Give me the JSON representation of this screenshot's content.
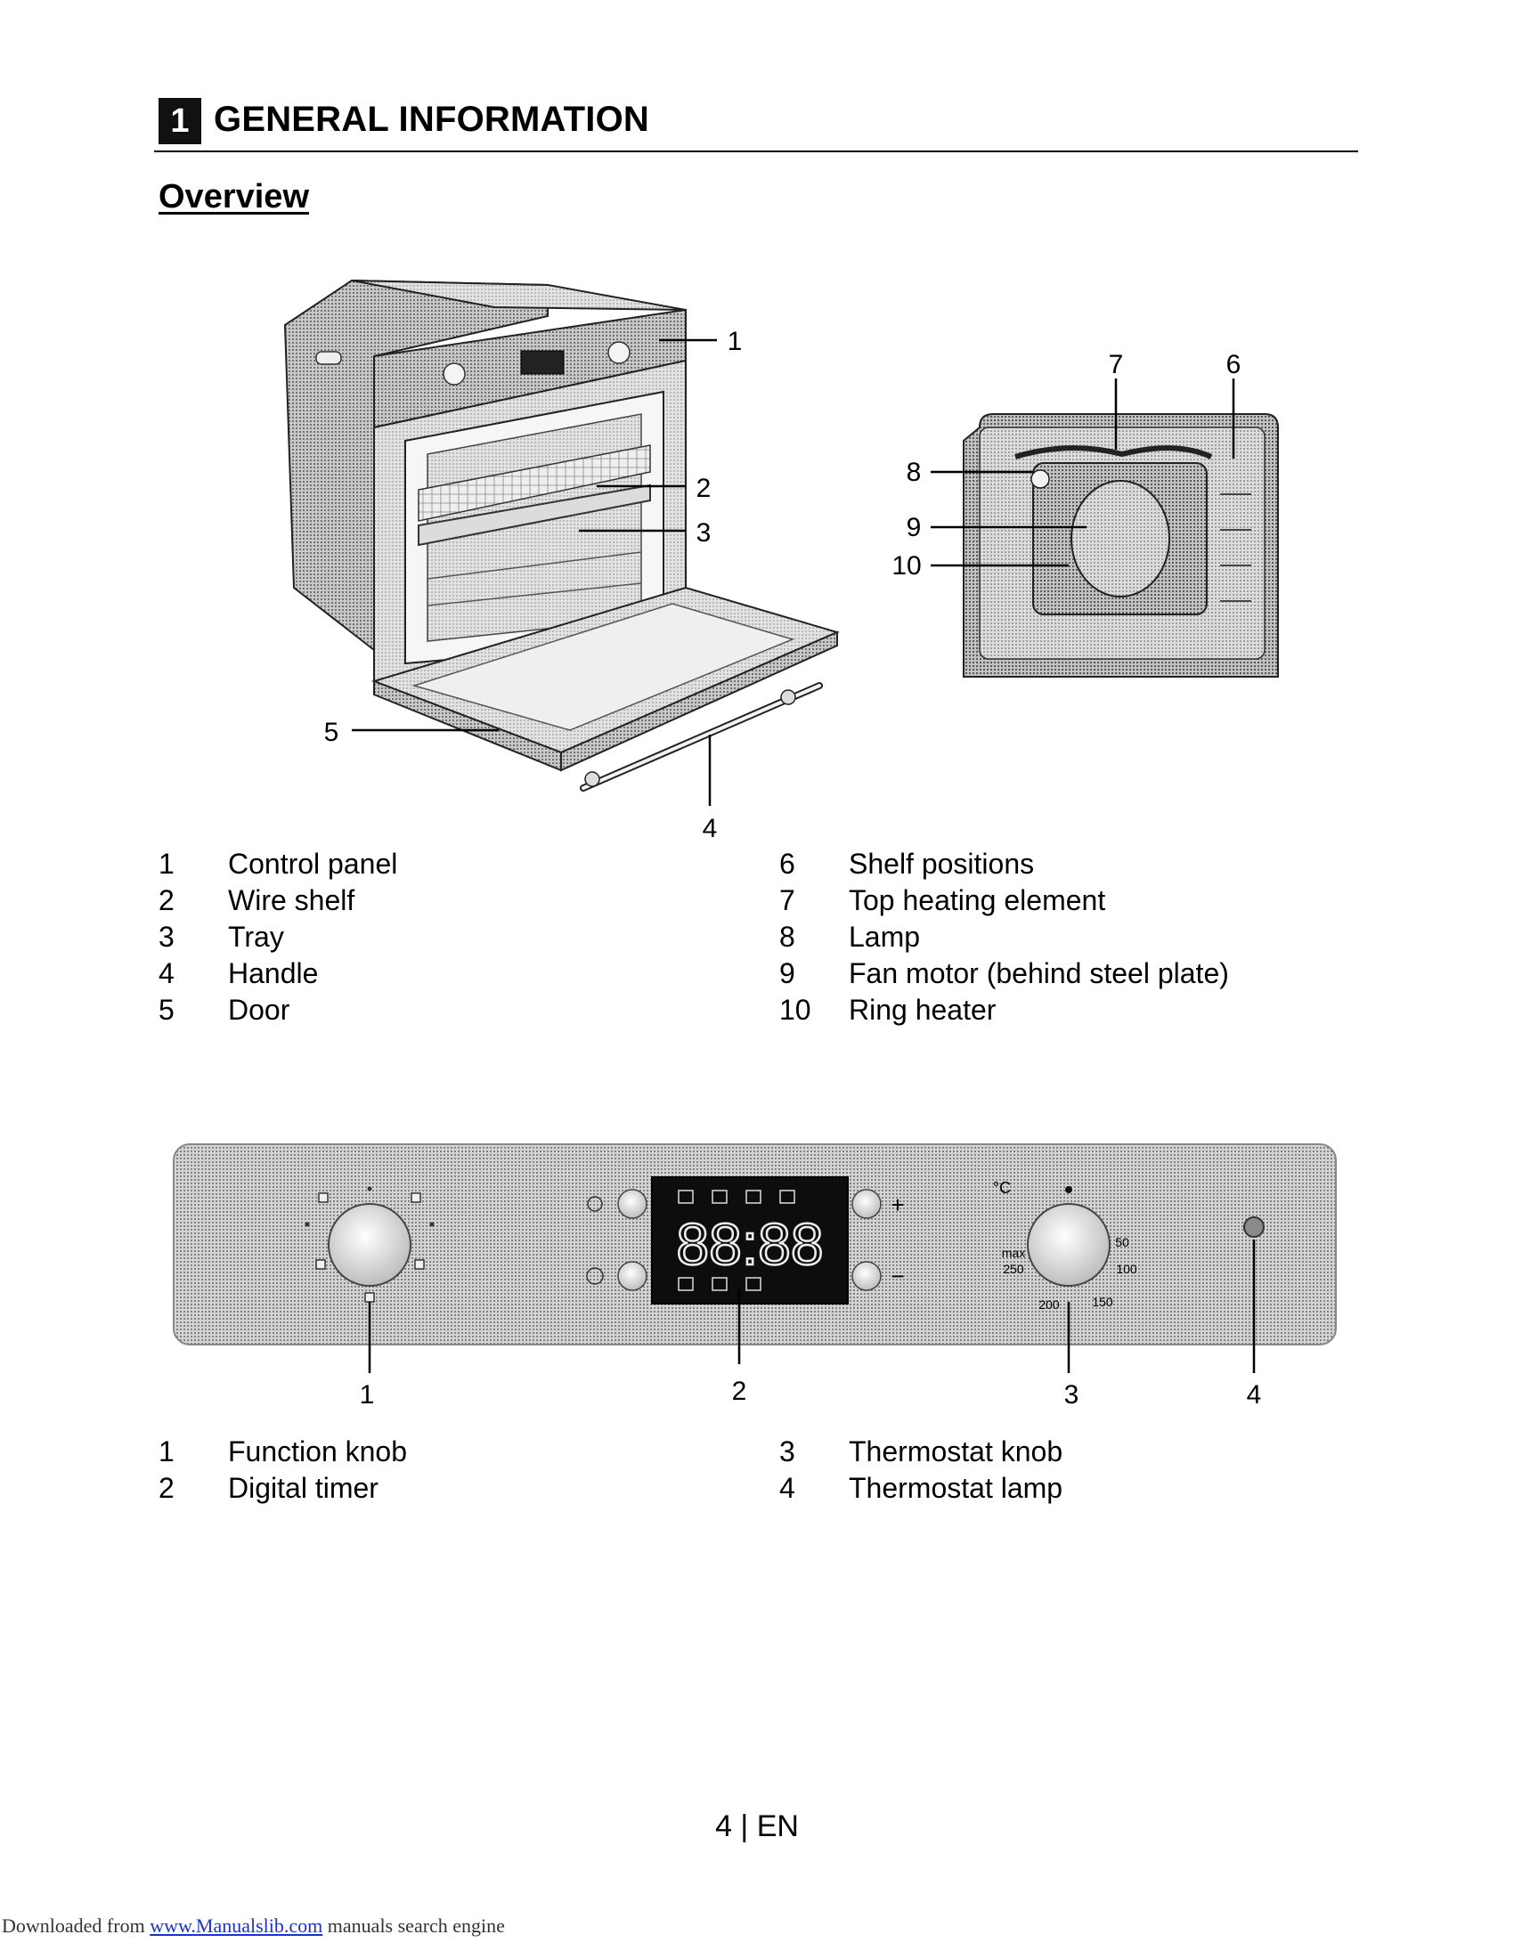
{
  "header": {
    "section_number": "1",
    "section_title": "GENERAL INFORMATION",
    "subheading": "Overview"
  },
  "figure_oven": {
    "callouts": [
      "1",
      "2",
      "3",
      "4",
      "5"
    ]
  },
  "figure_interior": {
    "callouts": [
      "6",
      "7",
      "8",
      "9",
      "10"
    ]
  },
  "legend_overview": {
    "left": [
      {
        "num": "1",
        "label": "Control panel"
      },
      {
        "num": "2",
        "label": "Wire shelf"
      },
      {
        "num": "3",
        "label": "Tray"
      },
      {
        "num": "4",
        "label": "Handle"
      },
      {
        "num": "5",
        "label": "Door"
      }
    ],
    "right": [
      {
        "num": "6",
        "label": "Shelf positions"
      },
      {
        "num": "7",
        "label": "Top heating element"
      },
      {
        "num": "8",
        "label": "Lamp"
      },
      {
        "num": "9",
        "label": "Fan motor (behind steel plate)"
      },
      {
        "num": "10",
        "label": "Ring heater"
      }
    ]
  },
  "figure_panel": {
    "timer_display": "88:88",
    "plus_symbol": "+",
    "minus_symbol": "−",
    "degree_symbol": "°C",
    "thermostat_scale": [
      "max",
      "250",
      "200",
      "150",
      "100",
      "50"
    ],
    "callouts": [
      "1",
      "2",
      "3",
      "4"
    ]
  },
  "legend_panel": {
    "left": [
      {
        "num": "1",
        "label": "Function knob"
      },
      {
        "num": "2",
        "label": "Digital timer"
      }
    ],
    "right": [
      {
        "num": "3",
        "label": "Thermostat knob"
      },
      {
        "num": "4",
        "label": "Thermostat lamp"
      }
    ]
  },
  "footer": {
    "page_number": "4 | EN",
    "credit_prefix": "Downloaded from ",
    "credit_link": "www.Manualslib.com",
    "credit_suffix": " manuals search engine"
  },
  "colors": {
    "ink": "#000000",
    "halftone_light": "#dcdcdc",
    "halftone_mid": "#b8b8b8",
    "display_bg": "#0d0d0d",
    "link_blue": "#1a33cc"
  }
}
